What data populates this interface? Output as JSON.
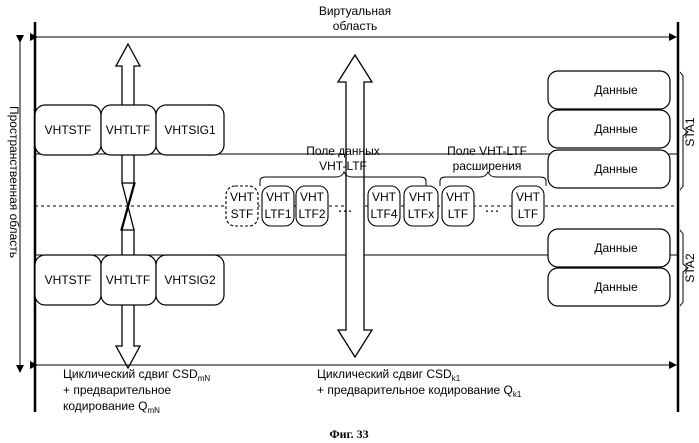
{
  "virtual_area": [
    "Виртуальная",
    "область"
  ],
  "spatial_area": "Пространственная область",
  "left_stream1": [
    "VHTSTF",
    "VHTLTF",
    "VHTSIG1"
  ],
  "left_stream2": [
    "VHTSTF",
    "VHTLTF",
    "VHTSIG2"
  ],
  "vht_stf": [
    "VHT",
    "STF"
  ],
  "ltf_data_label": [
    "Поле данных",
    "VHT-LTF"
  ],
  "ltf_ext_label": [
    "Поле VHT-LTF",
    "расширения"
  ],
  "ltf_data_fields": [
    [
      "VHT",
      "LTF1"
    ],
    [
      "VHT",
      "LTF2"
    ],
    [
      "VHT",
      "LTF4"
    ]
  ],
  "ltf_ext_fields": [
    [
      "VHT",
      "LTFx"
    ],
    [
      "VHT",
      "LTF"
    ],
    [
      "VHT",
      "LTF"
    ]
  ],
  "ellipsis": "…",
  "data_label": "Данные",
  "sta1": "STA1",
  "sta2": "STA2",
  "csd_left": [
    "Циклический сдвиг CSD",
    "mN",
    "+ предварительное",
    "кодирование  Q",
    "mN"
  ],
  "csd_right": [
    "Циклический сдвиг CSD",
    "k1",
    "+ предварительное кодирование  Q",
    "k1"
  ],
  "caption": "Фиг. 33"
}
